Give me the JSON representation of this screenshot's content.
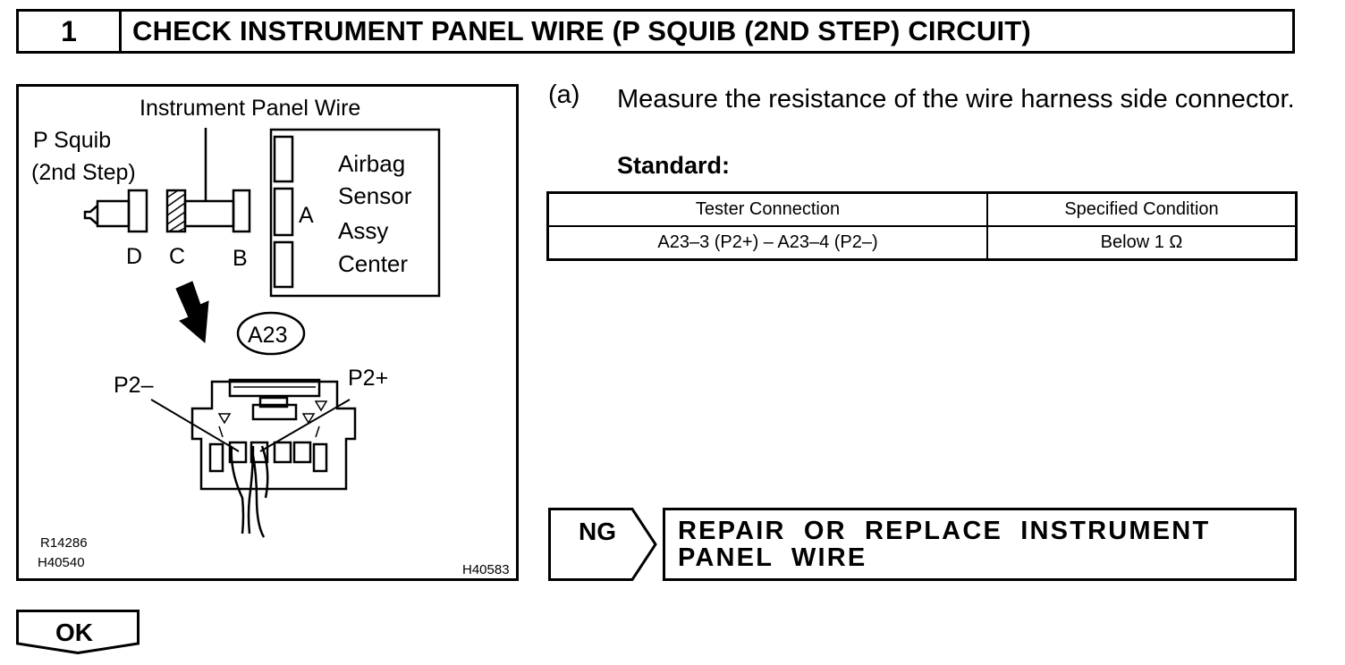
{
  "header": {
    "step_number": "1",
    "title": "CHECK INSTRUMENT PANEL WIRE (P SQUIB (2ND STEP) CIRCUIT)"
  },
  "figure": {
    "label_instrument_panel_wire": "Instrument Panel Wire",
    "label_p_squib_line1": "P Squib",
    "label_p_squib_line2": "(2nd Step)",
    "connector_labels": {
      "d": "D",
      "c": "C",
      "b": "B",
      "a": "A"
    },
    "airbag_sensor_lines": [
      "Airbag",
      "Sensor",
      "Assy",
      "Center"
    ],
    "connector_id": "A23",
    "pin_left": "P2–",
    "pin_right": "P2+",
    "ref_codes": [
      "R14286",
      "H40540"
    ],
    "figure_code": "H40583"
  },
  "procedure": {
    "label": "(a)",
    "text": "Measure the resistance of the wire harness side connector.",
    "standard_label": "Standard:"
  },
  "spec_table": {
    "headers": [
      "Tester Connection",
      "Specified Condition"
    ],
    "rows": [
      [
        "A23–3 (P2+) – A23–4 (P2–)",
        "Below 1 Ω"
      ]
    ]
  },
  "results": {
    "ng_label": "NG",
    "ng_action": "REPAIR OR REPLACE INSTRUMENT PANEL WIRE",
    "ok_label": "OK"
  }
}
